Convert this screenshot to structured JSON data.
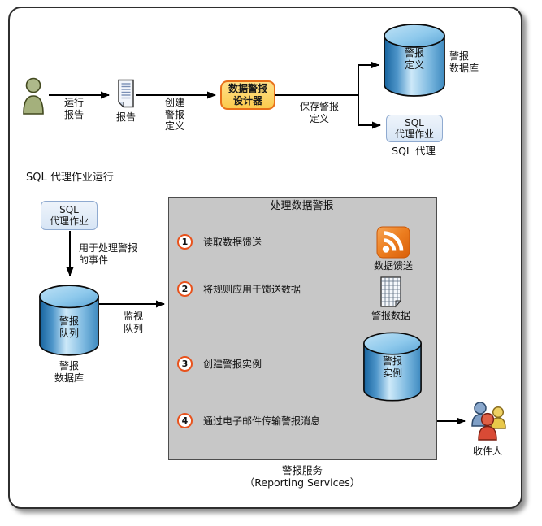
{
  "top_flow": {
    "run_report_label": "运行\n报告",
    "report_label": "报告",
    "create_alert_label": "创建\n警报\n定义",
    "designer_box_label": "数据警报\n设计器",
    "save_alert_label": "保存警报\n定义",
    "alert_def_cylinder_label": "警报\n定义",
    "alert_db_label": "警报\n数据库",
    "sql_agent_job_box_label": "SQL\n代理作业",
    "sql_agent_label": "SQL 代理"
  },
  "left_flow": {
    "heading": "SQL 代理作业运行",
    "sql_agent_job_box_label": "SQL\n代理作业",
    "event_label": "用于处理警报\n的事件",
    "alert_queue_cylinder_label": "警报\n队列",
    "alert_db_label": "警报\n数据库",
    "monitor_queue_label": "监视\n队列"
  },
  "process": {
    "title": "处理数据警报",
    "steps": [
      {
        "num": "1",
        "text": "读取数据馈送",
        "target_label": "数据馈送"
      },
      {
        "num": "2",
        "text": "将规则应用于馈送数据",
        "target_label": "警报数据"
      },
      {
        "num": "3",
        "text": "创建警报实例",
        "target_label": "警报\n实例"
      },
      {
        "num": "4",
        "text": "通过电子邮件传输警报消息",
        "target_label": "收件人"
      }
    ],
    "caption": "警报服务\n（Reporting Services）"
  },
  "colors": {
    "designer_box_border": "#e8701a",
    "designer_box_fill": "#fcd05e",
    "sql_box_fill": "#dce9f8",
    "sql_box_border": "#8faad0",
    "gray_box_fill": "#c7c7c7",
    "step_ring": "#e8521c",
    "cylinder_blue_dark": "#16639e",
    "cylinder_blue_light": "#cde9f9",
    "rss_orange": "#e8731c"
  }
}
